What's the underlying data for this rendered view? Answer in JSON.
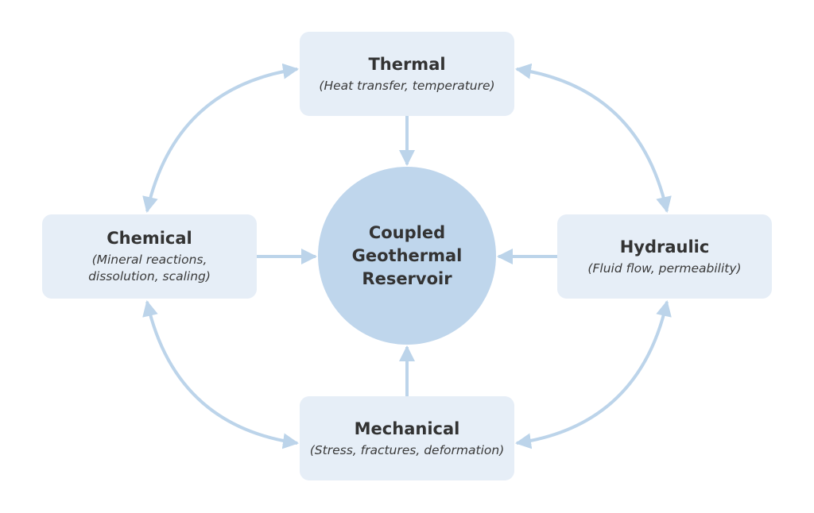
{
  "diagram": {
    "colors": {
      "box_fill": "#e6eef7",
      "circle_fill": "#bfd6ec",
      "arrow": "#bcd4ea",
      "text": "#333333"
    },
    "center": {
      "label": "Coupled\nGeothermal\nReservoir"
    },
    "nodes": [
      {
        "id": "thermal",
        "title": "Thermal",
        "subtitle": "(Heat transfer, temperature)"
      },
      {
        "id": "chemical",
        "title": "Chemical",
        "subtitle": "(Mineral reactions,\ndissolution, scaling)"
      },
      {
        "id": "hydraulic",
        "title": "Hydraulic",
        "subtitle": "(Fluid flow, permeability)"
      },
      {
        "id": "mechanical",
        "title": "Mechanical",
        "subtitle": "(Stress, fractures, deformation)"
      }
    ],
    "edges": [
      {
        "from": "thermal",
        "to": "center",
        "type": "one-way"
      },
      {
        "from": "chemical",
        "to": "center",
        "type": "one-way"
      },
      {
        "from": "hydraulic",
        "to": "center",
        "type": "one-way"
      },
      {
        "from": "mechanical",
        "to": "center",
        "type": "one-way"
      },
      {
        "from": "thermal",
        "to": "chemical",
        "type": "two-way"
      },
      {
        "from": "thermal",
        "to": "hydraulic",
        "type": "two-way"
      },
      {
        "from": "chemical",
        "to": "mechanical",
        "type": "two-way"
      },
      {
        "from": "hydraulic",
        "to": "mechanical",
        "type": "two-way"
      }
    ]
  }
}
